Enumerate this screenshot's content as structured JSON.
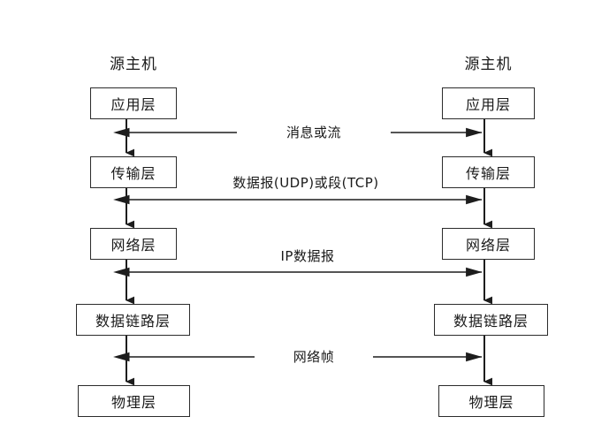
{
  "diagram": {
    "title_left": "源主机",
    "title_right": "源主机",
    "layers_left": [
      {
        "label": "应用层"
      },
      {
        "label": "传输层"
      },
      {
        "label": "网络层"
      },
      {
        "label": "数据链路层"
      },
      {
        "label": "物理层"
      }
    ],
    "layers_right": [
      {
        "label": "应用层"
      },
      {
        "label": "传输层"
      },
      {
        "label": "网络层"
      },
      {
        "label": "数据链路层"
      },
      {
        "label": "物理层"
      }
    ],
    "connections": [
      {
        "label": "消息或流",
        "style": "inline"
      },
      {
        "label": "数据报(UDP)或段(TCP)",
        "style": "above"
      },
      {
        "label": "IP数据报",
        "style": "above"
      },
      {
        "label": "网络帧",
        "style": "inline"
      }
    ],
    "colors": {
      "stroke": "#2b2b2b",
      "text": "#1a1a1a",
      "background": "#ffffff"
    }
  }
}
